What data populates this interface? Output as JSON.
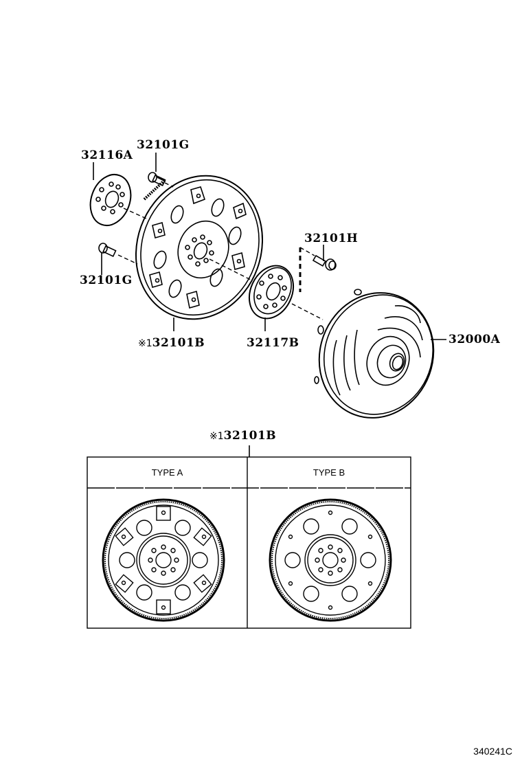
{
  "diagram": {
    "type": "exploded-parts-diagram",
    "subject": "Torque converter and drive plate assembly",
    "callouts": [
      {
        "id": "32116A",
        "text": "32116A"
      },
      {
        "id": "32101G_top",
        "text": "32101G"
      },
      {
        "id": "32101G_left",
        "text": "32101G"
      },
      {
        "id": "32101H",
        "text": "32101H"
      },
      {
        "id": "32101B",
        "mark": "※1",
        "text": "32101B"
      },
      {
        "id": "32117B",
        "text": "32117B"
      },
      {
        "id": "32000A",
        "text": "32000A"
      }
    ],
    "variants": {
      "header": {
        "mark": "※1",
        "text": "32101B"
      },
      "columns": [
        {
          "label": "TYPE A"
        },
        {
          "label": "TYPE B"
        }
      ]
    },
    "document_code": "340241C"
  }
}
